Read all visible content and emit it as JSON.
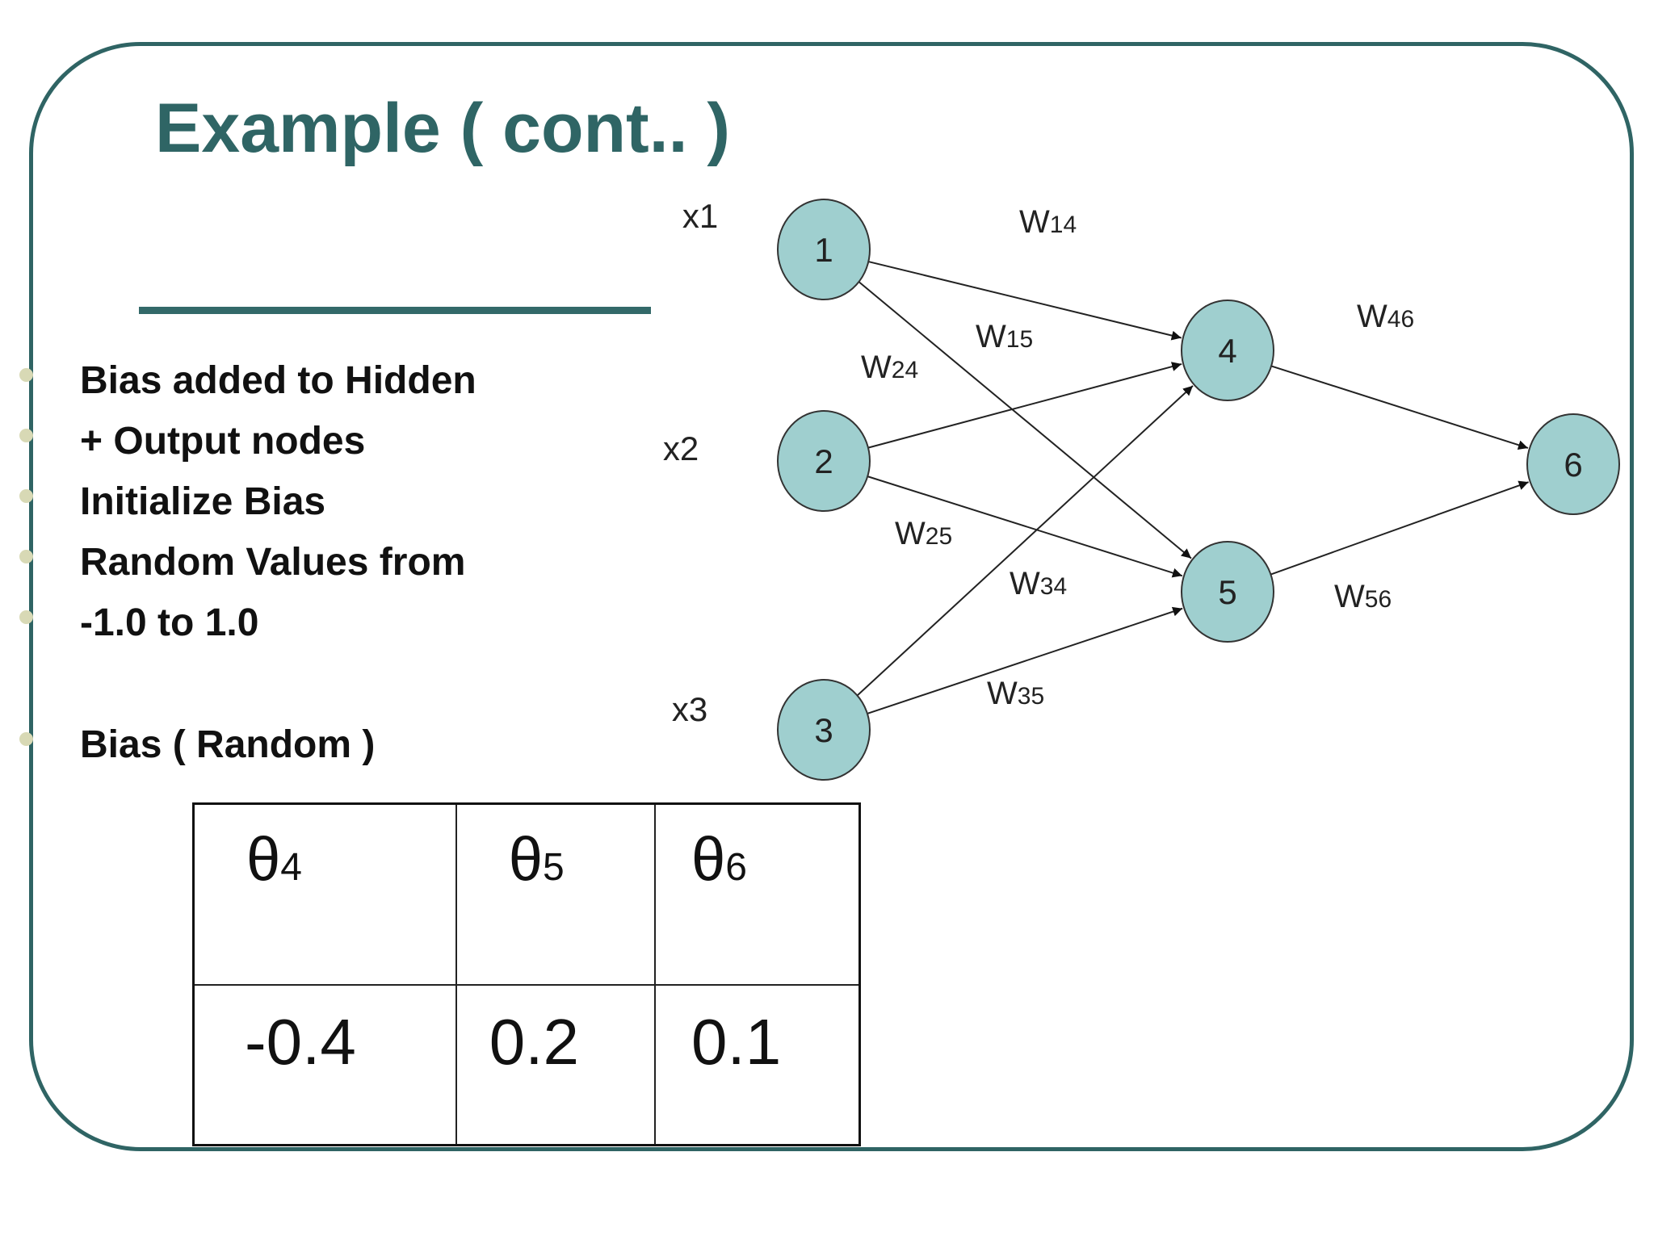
{
  "slide": {
    "title": "Example ( cont.. )",
    "bullets": [
      "Bias added to Hidden",
      "+ Output nodes",
      "Initialize Bias",
      "Random Values from",
      "-1.0 to 1.0",
      "Bias ( Random )"
    ]
  },
  "diagram": {
    "nodes": [
      {
        "id": "1",
        "layer": "input"
      },
      {
        "id": "2",
        "layer": "input"
      },
      {
        "id": "3",
        "layer": "input"
      },
      {
        "id": "4",
        "layer": "hidden"
      },
      {
        "id": "5",
        "layer": "hidden"
      },
      {
        "id": "6",
        "layer": "output"
      }
    ],
    "inputs": [
      {
        "label": "x1",
        "node": "1"
      },
      {
        "label": "x2",
        "node": "2"
      },
      {
        "label": "x3",
        "node": "3"
      }
    ],
    "edges": [
      {
        "from": "1",
        "to": "4",
        "label": "W",
        "sub": "14"
      },
      {
        "from": "1",
        "to": "5",
        "label": "W",
        "sub": "15"
      },
      {
        "from": "2",
        "to": "4",
        "label": "W",
        "sub": "24"
      },
      {
        "from": "2",
        "to": "5",
        "label": "W",
        "sub": "25"
      },
      {
        "from": "3",
        "to": "4",
        "label": "W",
        "sub": "34"
      },
      {
        "from": "3",
        "to": "5",
        "label": "W",
        "sub": "35"
      },
      {
        "from": "4",
        "to": "6",
        "label": "W",
        "sub": "46"
      },
      {
        "from": "5",
        "to": "6",
        "label": "W",
        "sub": "56"
      }
    ],
    "node_fill": "#9fcfcf",
    "node_stroke": "#333333"
  },
  "bias_table": {
    "headers": [
      {
        "symbol": "θ",
        "sub": "4"
      },
      {
        "symbol": "θ",
        "sub": "5"
      },
      {
        "symbol": "θ",
        "sub": "6"
      }
    ],
    "values": [
      "-0.4",
      "0.2",
      "0.1"
    ]
  },
  "colors": {
    "title": "#2f6565",
    "frame": "#2f6464",
    "bullet_dot": "#d8d9b5"
  }
}
